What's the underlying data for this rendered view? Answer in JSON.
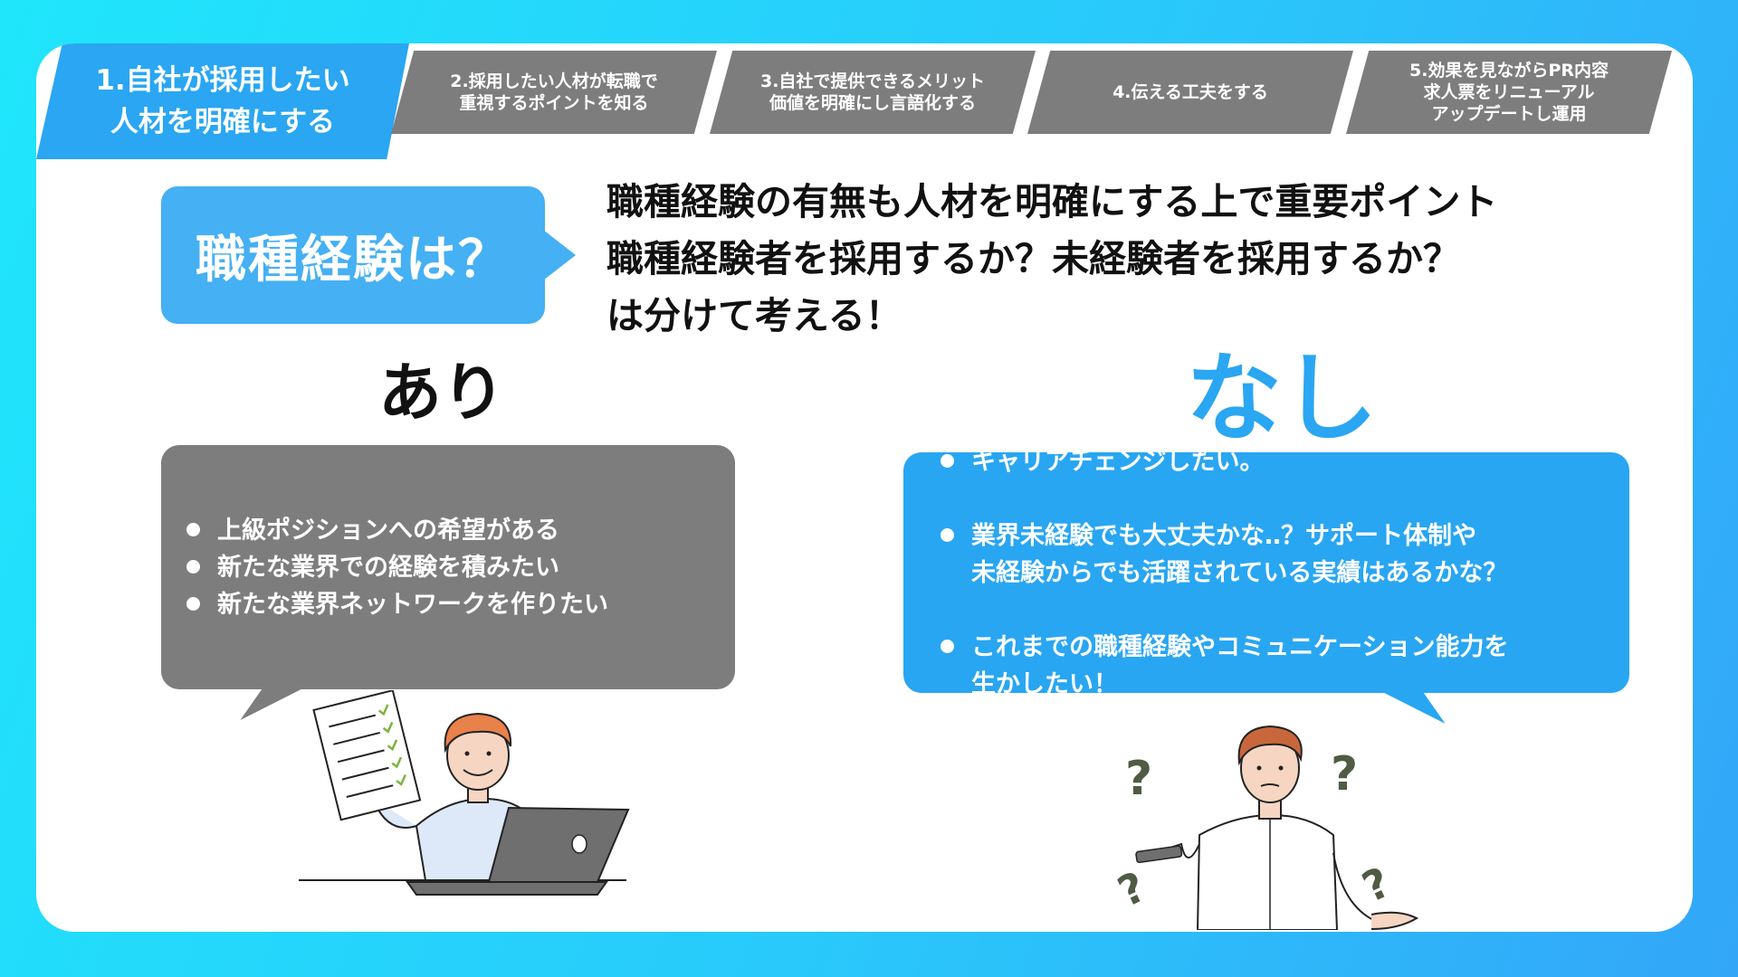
{
  "steps": [
    {
      "label": "1.自社が採用したい\n人材を明確にする",
      "active": true
    },
    {
      "label": "2.採用したい人材が転職で\n重視するポイントを知る",
      "active": false
    },
    {
      "label": "3.自社で提供できるメリット\n価値を明確にし言語化する",
      "active": false
    },
    {
      "label": "4.伝える工夫をする",
      "active": false
    },
    {
      "label": "5.効果を見ながらPR内容\n求人票をリニューアル\nアップデートし運用",
      "active": false
    }
  ],
  "question": "職種経験は？",
  "headline": [
    "職種経験の有無も人材を明確にする上で重要ポイント",
    "職種経験者を採用するか？未経験者を採用するか？",
    "は分けて考える！"
  ],
  "ari": {
    "label": "あり",
    "items": [
      "上級ポジションへの希望がある",
      "新たな業界での経験を積みたい",
      "新たな業界ネットワークを作りたい"
    ]
  },
  "nashi": {
    "label": "なし",
    "items": [
      "キャリアチェンジしたい。",
      "業界未経験でも大丈夫かな‥？サポート体制や\n未経験からでも活躍されている実績はあるかな？",
      "これまでの職種経験やコミュニケーション能力を\n生かしたい！"
    ]
  },
  "colors": {
    "accent": "#2aa6f2",
    "gray": "#7d7d7d",
    "background_start": "#1fe6fb",
    "background_end": "#33a6f8"
  },
  "illustrations": [
    "man-with-checklist-and-laptop",
    "confused-man-with-question-marks"
  ]
}
